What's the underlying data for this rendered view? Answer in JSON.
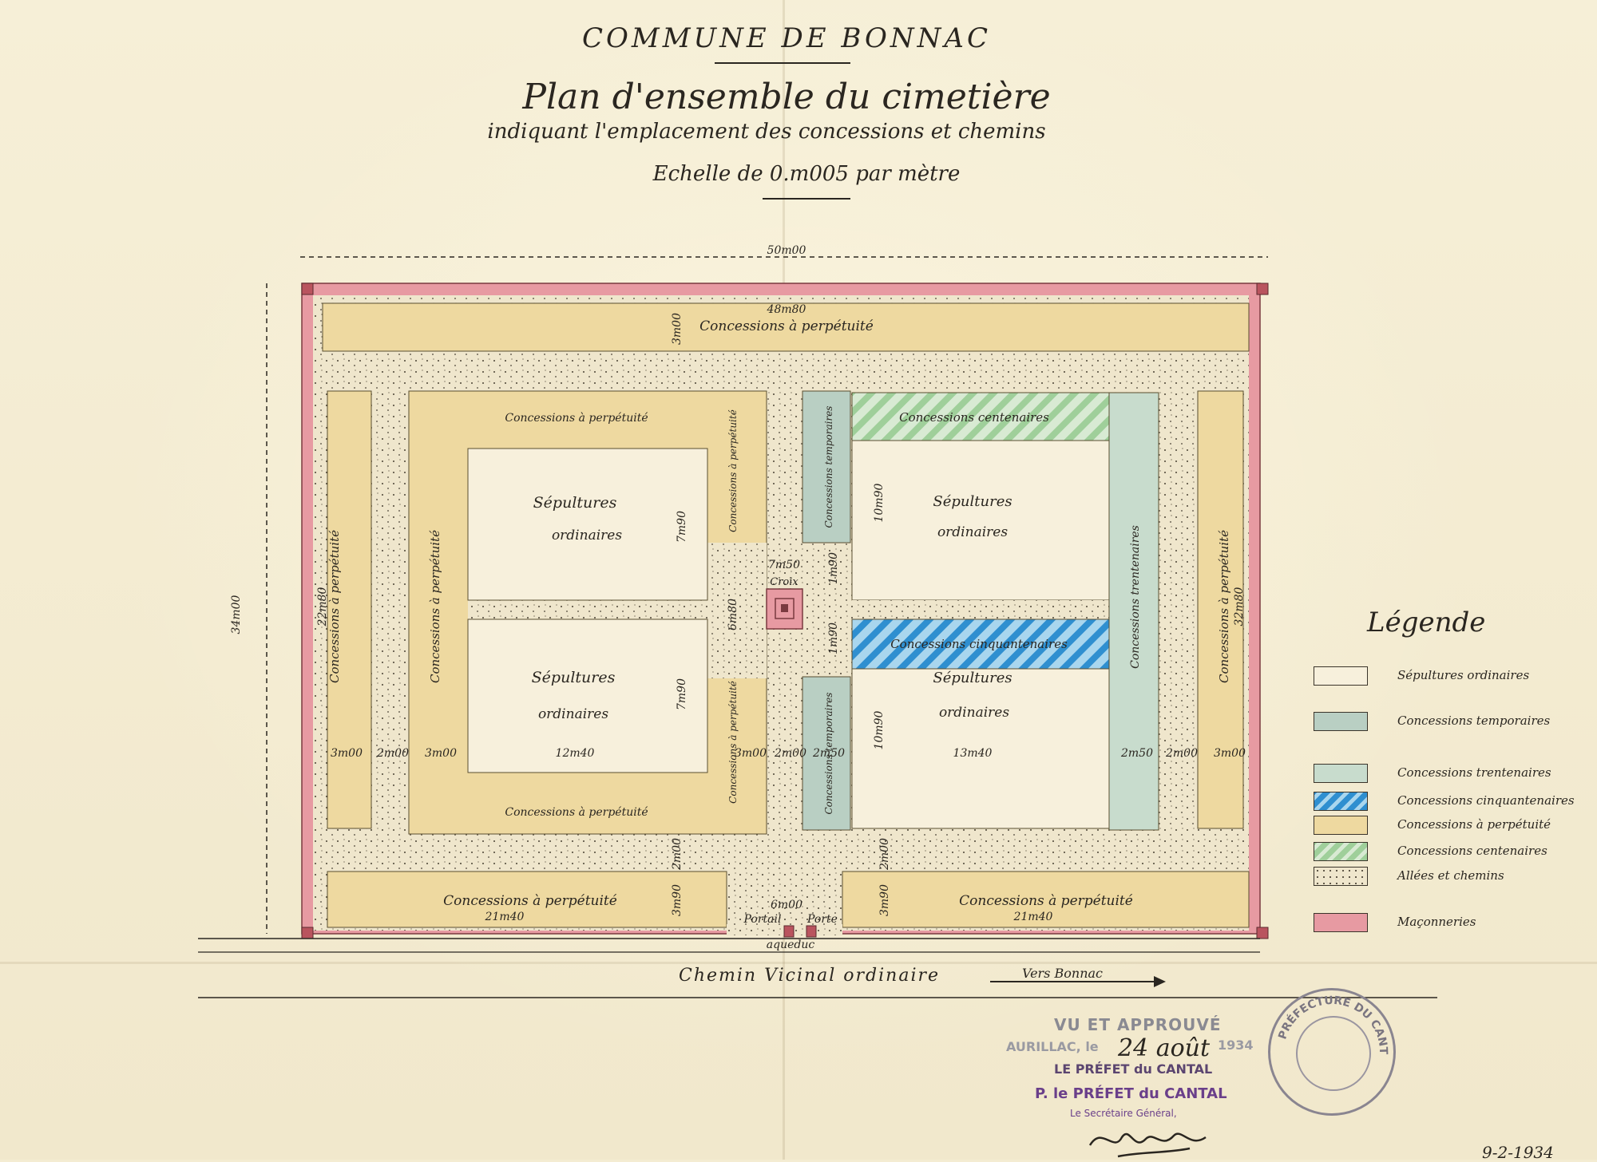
{
  "title": {
    "commune": "COMMUNE DE BONNAC",
    "plan": "Plan d'ensemble du cimetière",
    "subtitle": "indiquant l'emplacement des concessions et chemins",
    "echelle": "Echelle de 0.m005 par mètre"
  },
  "colors": {
    "perpetuite": "#eed9a0",
    "temporaires": "#b9cfc3",
    "trentenaires": "#c8dccd",
    "cinquantenaires": "#2f8fd0",
    "centenaires": "#9fcf9a",
    "allees": "#efe6cc",
    "maconneries": "#e79aa2",
    "ordinaires": "#f7f0dc"
  },
  "plan": {
    "width_dim": "50m00",
    "inner_width_dim": "48m80",
    "height_dim": "34m00",
    "zones": {
      "perpetuite_top": "Concessions à perpétuité",
      "perpetuite_left_outer": "Concessions à perpétuité",
      "perpetuite_left_inner": "Concessions à perpétuité",
      "perpetuite_upper_block": "Concessions à perpétuité",
      "perpetuite_upper_side": "Concessions à perpétuité",
      "perpetuite_lower_block": "Concessions à perpétuité",
      "perpetuite_lower_side": "Concessions à perpétuité",
      "perpetuite_bottom_left": "Concessions à perpétuité",
      "perpetuite_bottom_right": "Concessions à perpétuité",
      "perpetuite_right_outer": "Concessions à perpétuité",
      "sepultures_1_a": "Sépultures",
      "sepultures_1_b": "ordinaires",
      "sepultures_2_a": "Sépultures",
      "sepultures_2_b": "ordinaires",
      "sepultures_3_a": "Sépultures",
      "sepultures_3_b": "ordinaires",
      "sepultures_4_a": "Sépultures",
      "sepultures_4_b": "ordinaires",
      "temporaires_upper": "Concessions temporaires",
      "temporaires_lower": "Concessions temporaires",
      "centenaires": "Concessions centenaires",
      "cinquantenaires": "Concessions cinquantenaires",
      "trentenaires": "Concessions trentenaires",
      "croix": "Croix",
      "portail": "Portail",
      "porte": "Porte",
      "aqueduc": "aqueduc"
    },
    "dims": {
      "d_3_00_a": "3m00",
      "d_3_00_b": "3m00",
      "d_3_00_c": "3m00",
      "d_2_00_a": "2m00",
      "d_2_00_b": "2m00",
      "d_2_00_c": "2m00",
      "d_2_00_d": "2m00",
      "d_22_80": "22m80",
      "d_32_80": "32m80",
      "d_7_90_a": "7m90",
      "d_7_90_b": "7m90",
      "d_10_90_a": "10m90",
      "d_10_90_b": "10m90",
      "d_12_40": "12m40",
      "d_13_40": "13m40",
      "d_7_50": "7m50",
      "d_6_80": "6m80",
      "d_1_90": "1m90",
      "d_2_50_a": "2m50",
      "d_2_50_b": "2m50",
      "d_1_90_b": "1m90",
      "d_6_00": "6m00",
      "d_21_40_a": "21m40",
      "d_21_40_b": "21m40",
      "d_3_90_a": "3m90",
      "d_3_90_b": "3m90",
      "d_2_00_e": "2m00",
      "d_3_00_d": "3m00",
      "d_3_00_e": "3m00"
    }
  },
  "legend": {
    "title": "Légende",
    "items": [
      {
        "label": "Sépultures ordinaires",
        "key": "ordinaires"
      },
      {
        "label": "Concessions temporaires",
        "key": "temporaires"
      },
      {
        "label": "Concessions trentenaires",
        "key": "trentenaires"
      },
      {
        "label": "Concessions cinquantenaires",
        "key": "cinquantenaires"
      },
      {
        "label": "Concessions à perpétuité",
        "key": "perpetuite"
      },
      {
        "label": "Concessions centenaires",
        "key": "centenaires"
      },
      {
        "label": "Allées et chemins",
        "key": "allees"
      },
      {
        "label": "Maçonneries",
        "key": "maconneries"
      }
    ]
  },
  "road": {
    "label": "Chemin Vicinal ordinaire",
    "direction": "Vers Bonnac"
  },
  "stamp": {
    "approuve": "VU ET APPROUVÉ",
    "aurillac": "AURILLAC, le",
    "date": "24 août",
    "year": "1934",
    "prefet1": "LE PRÉFET du CANTAL",
    "prefet2": "P. le PRÉFET du CANTAL",
    "secretaire": "Le Secrétaire Général,",
    "seal": "PRÉFECTURE DU CANTAL"
  },
  "reference": "9-2-1934"
}
